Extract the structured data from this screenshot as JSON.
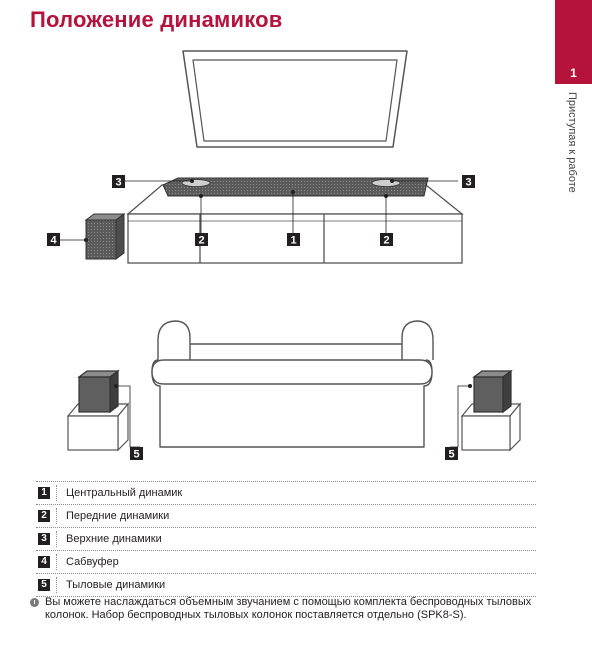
{
  "page": {
    "title": "Положение динамиков",
    "chapter_number": "1",
    "chapter_label": "Приступая к работе"
  },
  "callouts": {
    "top_left": "3",
    "top_right": "3",
    "subwoofer": "4",
    "front_left": "2",
    "center": "1",
    "front_right": "2",
    "rear_left": "5",
    "rear_right": "5"
  },
  "legend": [
    {
      "number": "1",
      "label": "Центральный динамик"
    },
    {
      "number": "2",
      "label": "Передние динамики"
    },
    {
      "number": "3",
      "label": "Верхние динамики"
    },
    {
      "number": "4",
      "label": "Сабвуфер"
    },
    {
      "number": "5",
      "label": "Тыловые динамики"
    }
  ],
  "note": {
    "text": "Вы можете наслаждаться объемным звучанием с помощью комплекта беспроводных тыловых колонок. Набор беспроводных тыловых колонок поставляется отдельно (SPK8-S)."
  },
  "colors": {
    "accent": "#b5123c",
    "ink": "#231f20"
  }
}
